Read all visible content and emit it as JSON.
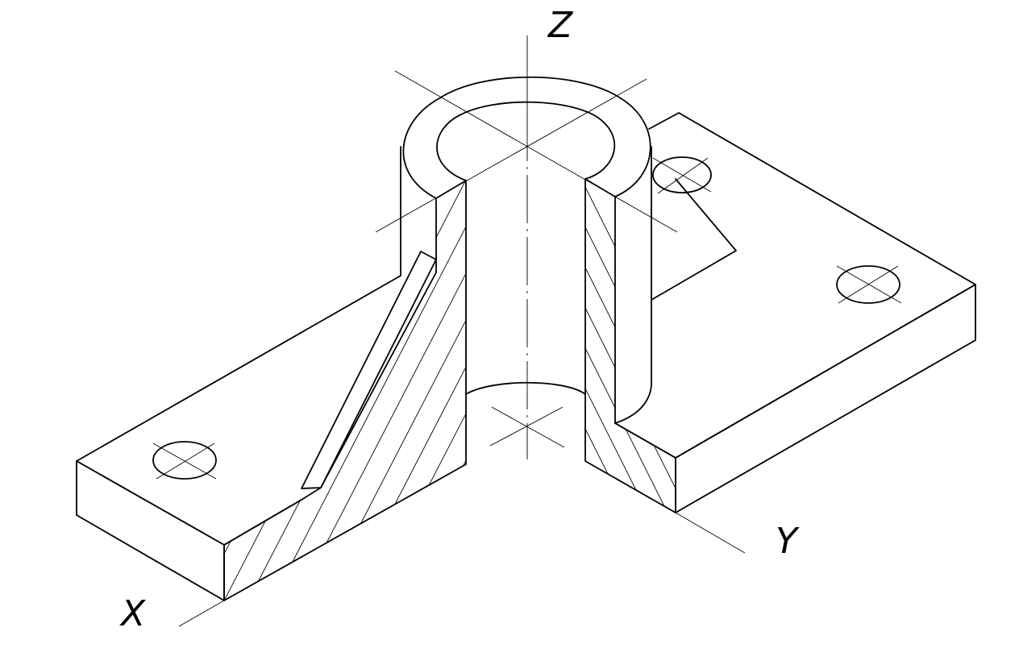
{
  "axes": {
    "x": "X",
    "y": "Y",
    "z": "Z"
  },
  "colors": {
    "background": "#ffffff",
    "line": "#000000"
  }
}
